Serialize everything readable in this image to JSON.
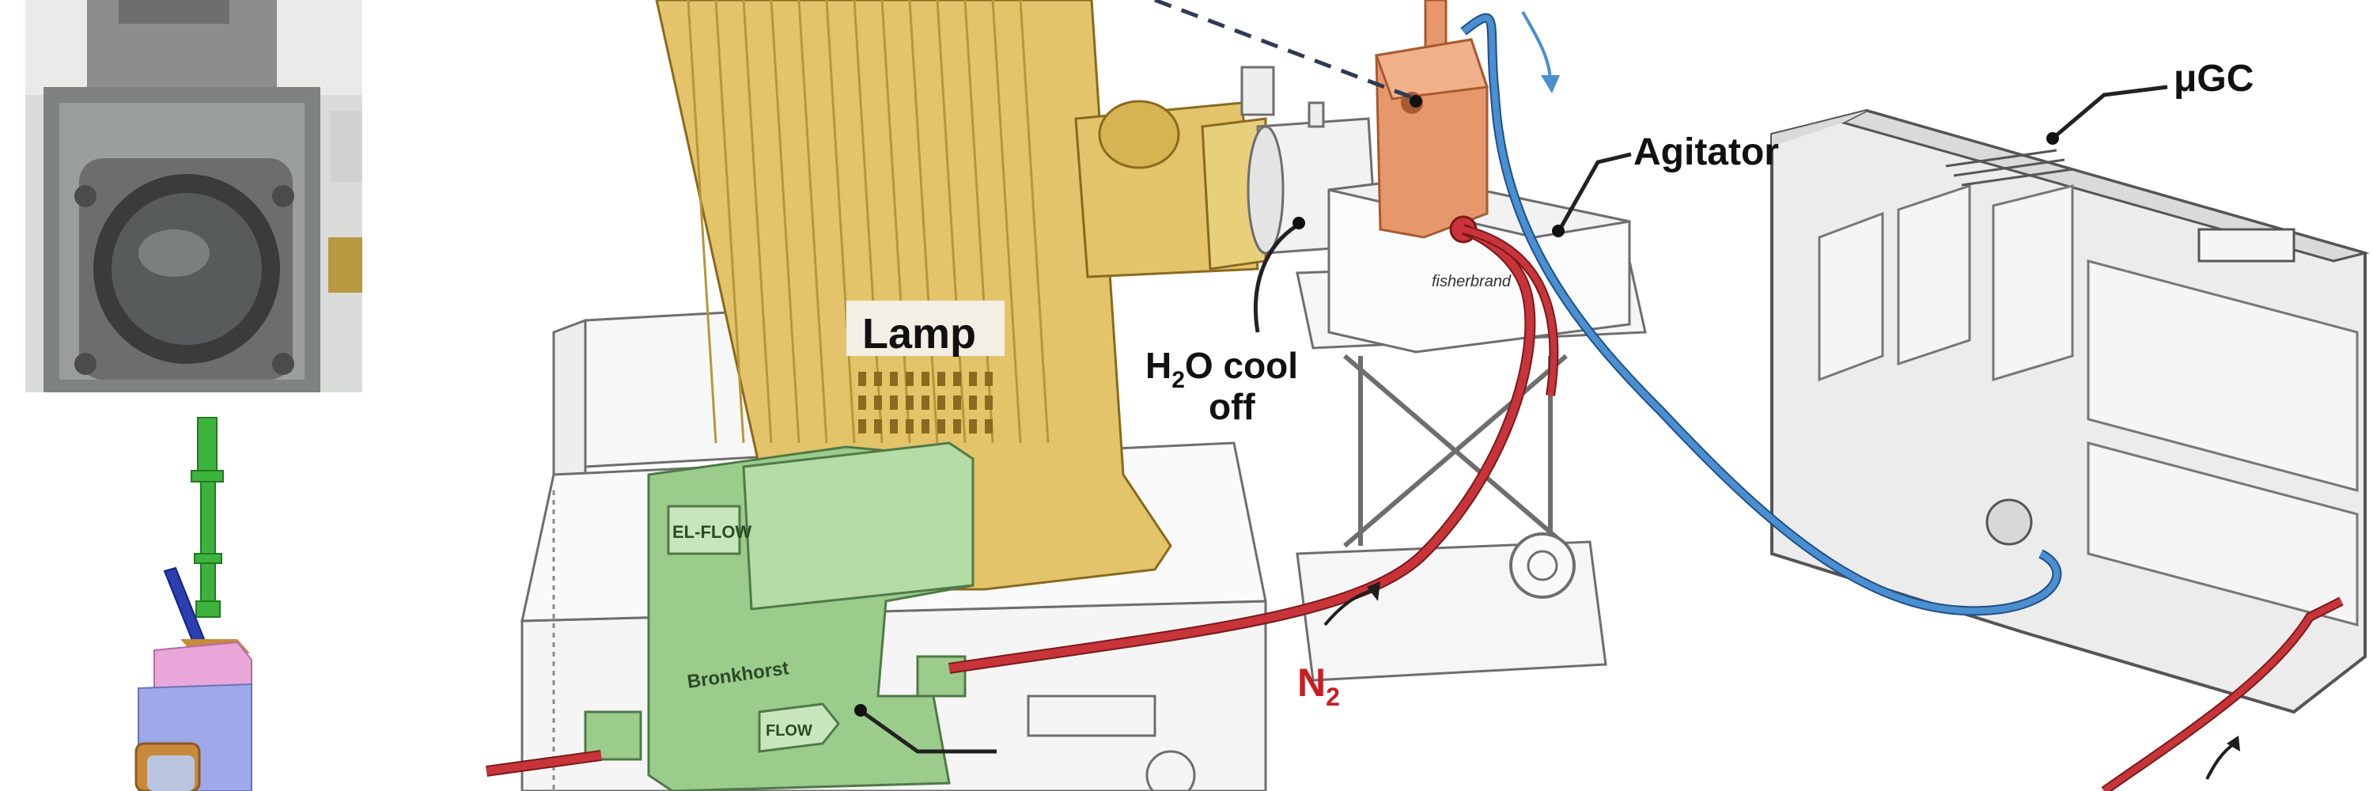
{
  "labels": {
    "lamp": "Lamp",
    "agitator": "Agitator",
    "ugc": "μGC",
    "h2o_cool_h": "H",
    "h2o_cool_sub": "2",
    "h2o_cool_rest": "O cool",
    "h2o_off": "off",
    "n2_main": "N",
    "n2_sub": "2",
    "flow_meter_brand": "Bronkhorst",
    "flow_meter_model": "EL-FLOW",
    "flow_arrow_text": "FLOW",
    "stirrer_brand": "fisherbrand"
  },
  "colors": {
    "lamp": "#e3c46a",
    "lamp_dark": "#b8973a",
    "flow_meter": "#9ccc8c",
    "flow_meter_dark": "#4f7a47",
    "reactor": "#e6986c",
    "reactor_dark": "#a85a30",
    "n2_line": "#c8343a",
    "n2_text": "#c81e22",
    "coolant_line": "#4a8fd0",
    "sketch": "#6e6e6e",
    "cad_green": "#3db33d",
    "cad_pink": "#e8a7d8",
    "cad_blue": "#9fa8e8",
    "cad_orange": "#c88a3a"
  }
}
